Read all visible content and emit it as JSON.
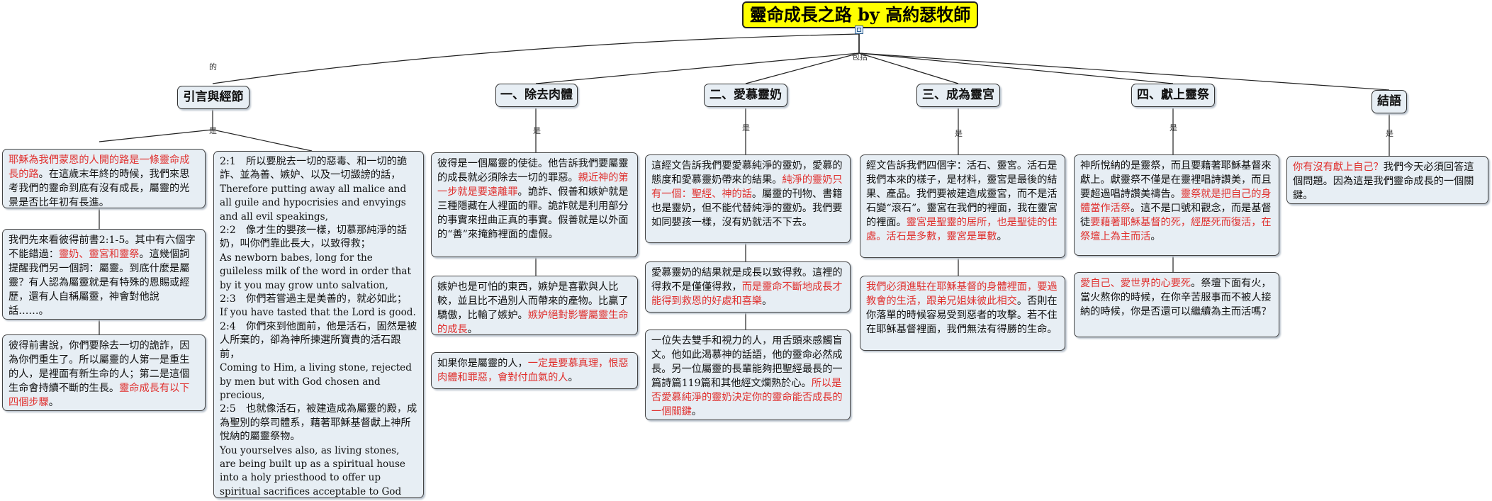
{
  "root": {
    "title": "靈命成長之路 by 高約瑟牧師"
  },
  "links": {
    "left": "的",
    "right": "包括",
    "shi": "是"
  },
  "topics": [
    "引言與經節",
    "一、除去肉體",
    "二、愛慕靈奶",
    "三、成為靈宮",
    "四、獻上靈祭",
    "結語"
  ],
  "cards": {
    "intro_1": {
      "red1": "耶穌為我們蒙恩的人開的路是一條靈命成長的路",
      "text1": "。在這歲末年終的時候，我們來思考我們的靈命到底有沒有成長，屬靈的光景是否比年初有長進。"
    },
    "intro_2": {
      "text1": "我們先來看彼得前書2:1-5。其中有六個字不能錯過：",
      "red1": "靈奶、靈宮和靈祭",
      "text2": "。這幾個詞提醒我們另一個詞：屬靈。到底什麼是屬靈？有人認為屬靈就是有特殊的恩賜或經歷，還有人自稱屬靈，神會對他說話……。"
    },
    "intro_3": {
      "text1": "彼得前書說，你們要除去一切的詭詐，因為你們重生了。所以屬靈的人第一是重生的人，是裡面有新生命的人；第二是這個生命會持續不斷的生長。",
      "red1": "靈命成長有以下四個步驟",
      "text2": "。"
    },
    "verses": {
      "l1": "2:1　所以要脫去一切的惡毒、和一切的詭詐、並為善、嫉妒、以及一切譭謗的話，",
      "l2": "Therefore putting away all malice and all guile and hypocrisies and envyings and all evil speakings,",
      "l3": "2:2　像才生的嬰孩一樣，切慕那純淨的話奶，叫你們靠此長大，以致得救；",
      "l4": "As newborn babes, long for the guileless milk of the word in order that by it you may grow unto salvation,",
      "l5": "2:3　你們若嘗過主是美善的，就必如此；",
      "l6": "If you have tasted that the Lord is good.",
      "l7": "2:4　你們來到他面前，他是活石，固然是被人所棄的，卻為神所揀選所寶貴的活石跟前，",
      "l8": "Coming to Him, a living stone, rejected by men but with God chosen and precious,",
      "l9": "2:5　也就像活石，被建造成為屬靈的殿，成為聖別的祭司體系，藉著耶穌基督獻上神所悅納的屬靈祭物。",
      "l10": "You yourselves also, as living stones, are being built up as a spiritual house into a holy priesthood to offer up spiritual sacrifices acceptable to God through Jesus Christ."
    },
    "flesh_1": {
      "text1": "彼得是一個屬靈的使徒。他告訴我們要屬靈的成長就必須除去一切的罪惡。",
      "red1": "親近神的第一步就是要遠離罪",
      "text2": "。詭詐、假善和嫉妒就是三種隱藏在人裡面的罪。詭詐就是利用部分的事實來扭曲正真的事實。假善就是以外面的“善”來掩飾裡面的虛假。"
    },
    "flesh_2": {
      "text1": "嫉妒也是可怕的東西，嫉妒是喜歡與人比較，並且比不過別人而帶來的產物。比贏了驕傲，比輸了嫉妒。",
      "red1": "嫉妒絕對影響屬靈生命的成長",
      "text2": "。"
    },
    "flesh_3": {
      "text1": "如果你是屬靈的人，",
      "red1": "一定是要慕真理，恨惡肉體和罪惡，會對付血氣的人",
      "text2": "。"
    },
    "milk_1": {
      "text1": "這經文告訴我們要愛慕純淨的靈奶，愛慕的態度和愛慕靈奶帶來的結果。",
      "red1": "純淨的靈奶只有一個：聖經、神的話",
      "text2": "。屬靈的刊物、書籍也是靈奶，但不能代替純淨的靈奶。我們要如同嬰孩一樣，沒有奶就活不下去。"
    },
    "milk_2": {
      "text1": "愛慕靈奶的結果就是成長以致得救。這裡的得救不是僅僅得救，",
      "red1": "而是靈命不斷地成長才能得到救恩的好處和喜樂",
      "text2": "。"
    },
    "milk_3": {
      "text1": "一位失去雙手和視力的人，用舌頭來感觸盲文。他如此渴慕神的話語，他的靈命必然成長。另一位屬靈的長輩能夠把聖經最長的一篇詩篇119篇和其他經文爛熟於心。",
      "red1": "所以是否愛慕純淨的靈奶決定你的靈命能否成長的一個關鍵",
      "text2": "。"
    },
    "house_1": {
      "text1": "經文告訴我們四個字：活石、靈宮。活石是我們本來的樣子，是材料，靈宮是最後的結果、產品。我們要被建造成靈宮，而不是活石變“滾石”。靈宮在我們的裡面，我在靈宮的裡面。",
      "red1": "靈宮是聖靈的居所，也是聖徒的住處。活石是多數，靈宮是單數",
      "text2": "。"
    },
    "house_2": {
      "red1": "我們必須進駐在耶穌基督的身體裡面，要過教會的生活，跟弟兄姐妹彼此相交",
      "text1": "。否則在你落單的時候容易受到惡者的攻擊。若不住在耶穌基督裡面，我們無法有得勝的生命。"
    },
    "sacrifice_1": {
      "text1": "神所悅納的是靈祭，而且要藉著耶穌基督來獻上。獻靈祭不僅是在靈裡唱詩讚美，而且要超過唱詩讚美禱告。",
      "red1": "靈祭就是把自己的身體當作活祭",
      "text2": "。這不是口號和觀念，而是基督徒",
      "red2": "要藉著耶穌基督的死，經歷死而復活，在祭壇上為主而活",
      "text3": "。"
    },
    "sacrifice_2": {
      "red1": "愛自己、愛世界的心要死",
      "text1": "。祭壇下面有火，當火熬你的時候，在你辛苦服事而不被人接納的時候，你是否還可以繼續為主而活嗎？"
    },
    "conclusion_1": {
      "red1": "你有沒有獻上自己？",
      "text1": "我們今天必須回答這個問題。因為這是我們靈命成長的一個關鍵。"
    }
  }
}
